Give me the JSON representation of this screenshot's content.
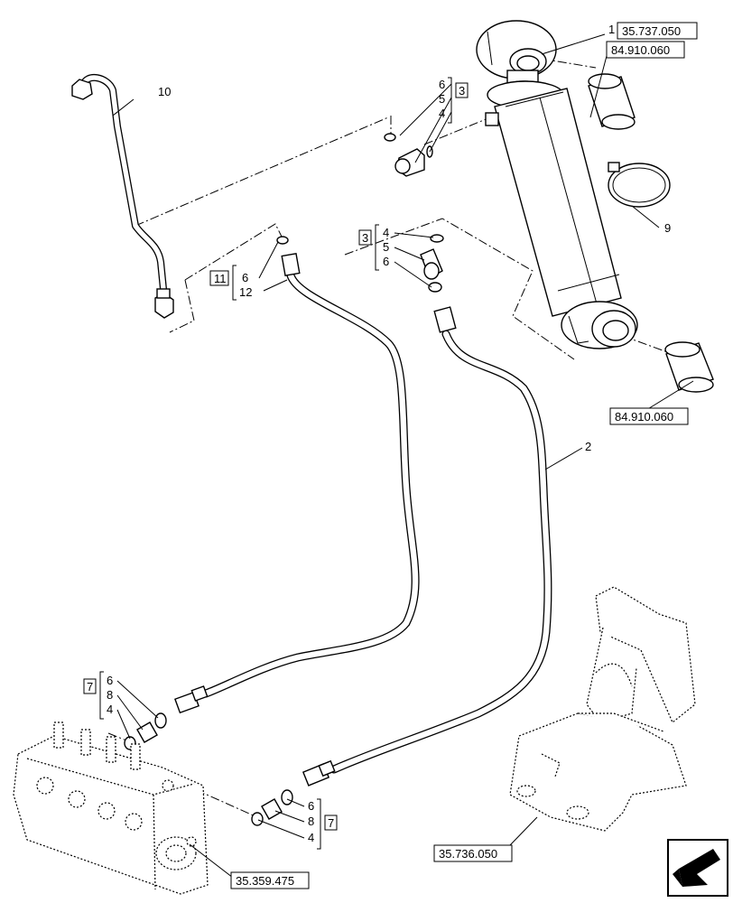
{
  "callouts": {
    "c1": "1",
    "c2": "2",
    "c9": "9",
    "c10": "10",
    "g3a": {
      "box": "3",
      "items": [
        "6",
        "5",
        "4"
      ]
    },
    "g3b": {
      "box": "3",
      "items": [
        "4",
        "5",
        "6"
      ]
    },
    "g11": {
      "box": "11",
      "items": [
        "6",
        "12"
      ]
    },
    "g7a": {
      "box": "7",
      "items": [
        "6",
        "8",
        "4"
      ]
    },
    "g7b": {
      "box": "7",
      "items": [
        "6",
        "8",
        "4"
      ]
    }
  },
  "refs": {
    "cylinder": "35.737.050",
    "bushing_top": "84.910.060",
    "bushing_bottom": "84.910.060",
    "frame": "35.736.050",
    "valve": "35.359.475"
  },
  "nav_icon": "arrow-left-down-icon"
}
